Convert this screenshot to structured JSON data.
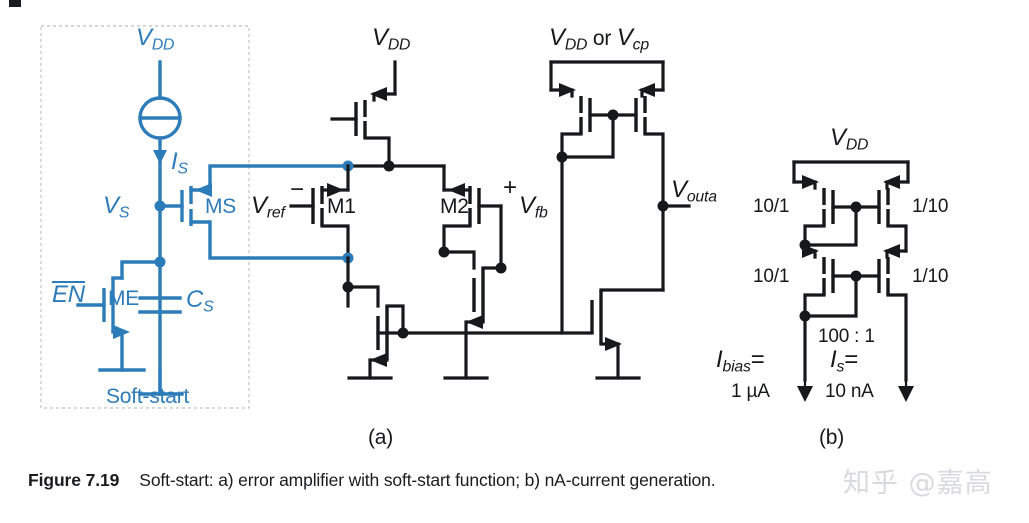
{
  "figure": {
    "caption_head": "Figure 7.19",
    "caption_body": "Soft-start: a) error amplifier with soft-start function; b) nA-current generation.",
    "watermark": "知乎 @嘉高",
    "subfigure_a": "(a)",
    "subfigure_b": "(b)"
  },
  "colors": {
    "accent_blue": "#2d7cba",
    "ink": "#17181a",
    "dashed_box": "#c9cacc",
    "watermark": "#d9dade"
  },
  "soft_start": {
    "box_label": "Soft-start",
    "supply": {
      "v": "V",
      "sub": "DD"
    },
    "current_source": {
      "v": "I",
      "sub": "S"
    },
    "node_vs": {
      "v": "V",
      "sub": "S"
    },
    "transistor_ms": "MS",
    "transistor_me": "ME",
    "enable": "EN",
    "enable_overline": true,
    "capacitor": {
      "v": "C",
      "sub": "S"
    }
  },
  "amplifier": {
    "supply_input_stage": {
      "v": "V",
      "sub": "DD"
    },
    "supply_output_stage": {
      "v1": "V",
      "sub1": "DD",
      "conj": "or",
      "v2": "V",
      "sub2": "cp"
    },
    "input_minus": {
      "v": "V",
      "sub": "ref",
      "sign": "−"
    },
    "input_plus": {
      "v": "V",
      "sub": "fb",
      "sign": "+"
    },
    "transistor_m1": "M1",
    "transistor_m2": "M2",
    "output": {
      "v": "V",
      "sub": "outa"
    }
  },
  "na_current": {
    "supply": {
      "v": "V",
      "sub": "DD"
    },
    "ratios": {
      "top_left": "10/1",
      "top_right": "1/10",
      "bottom_left": "10/1",
      "bottom_right": "1/10",
      "overall": "100 : 1"
    },
    "bias_current": {
      "v": "I",
      "sub": "bias",
      "eq": "=",
      "value": "1 µA"
    },
    "output_current": {
      "v": "I",
      "sub": "s",
      "eq": "=",
      "value": "10 nA"
    }
  }
}
